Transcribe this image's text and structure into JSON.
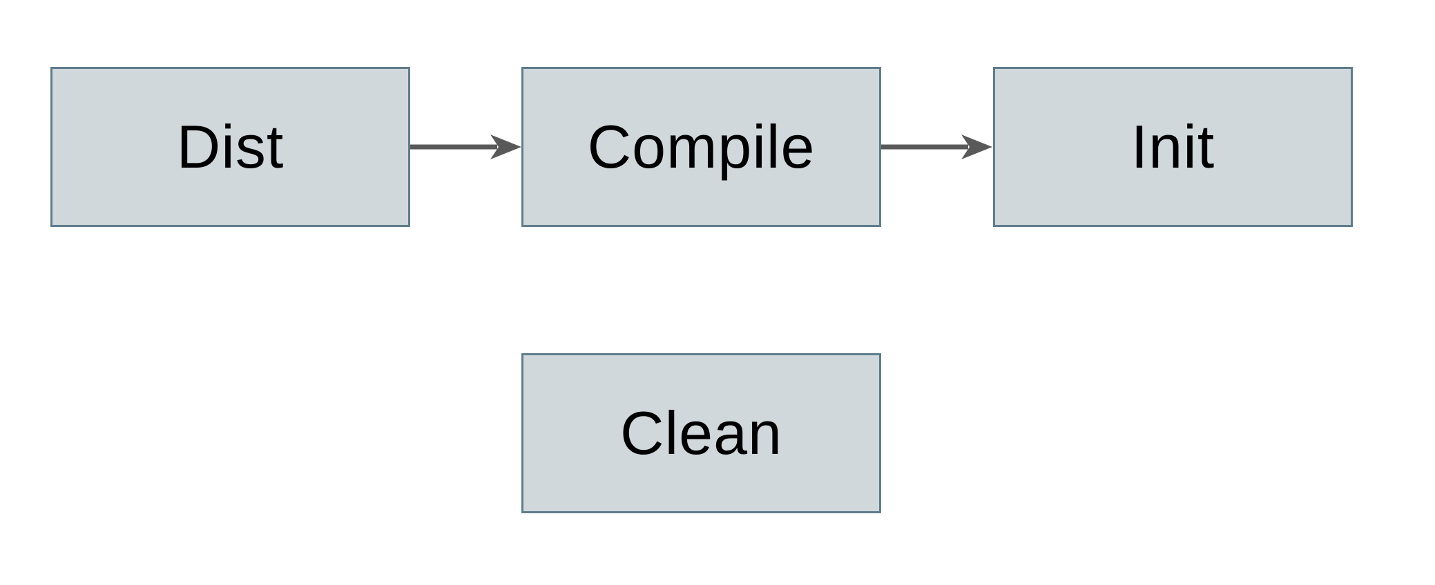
{
  "diagram": {
    "type": "flowchart",
    "background_color": "#ffffff",
    "node_fill_color": "#d1d8dc",
    "node_border_color": "#5f7d8c",
    "arrow_color": "#595959",
    "text_color": "#000000",
    "nodes": [
      {
        "id": "dist",
        "label": "Dist"
      },
      {
        "id": "compile",
        "label": "Compile"
      },
      {
        "id": "init",
        "label": "Init"
      },
      {
        "id": "clean",
        "label": "Clean"
      }
    ],
    "edges": [
      {
        "from": "Dist",
        "to": "Compile",
        "style": "solid-arrow-right"
      },
      {
        "from": "Compile",
        "to": "Init",
        "style": "solid-arrow-right"
      }
    ]
  }
}
